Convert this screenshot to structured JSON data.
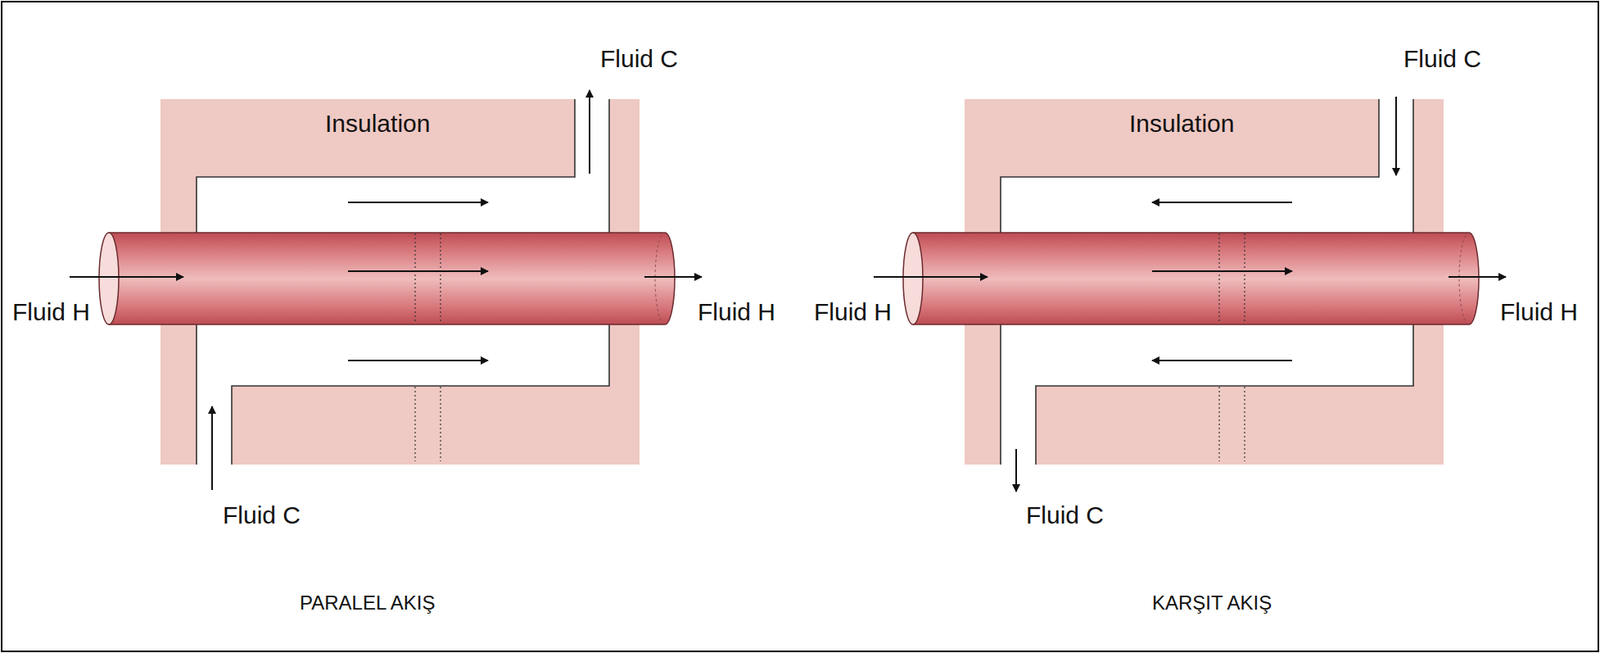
{
  "diagram": {
    "nodes": [
      {
        "text": [
          "Insulation"
        ]
      },
      {
        "text": [
          "Insulation"
        ]
      }
    ],
    "labels": [
      "Fluid C",
      "Fluid H",
      "Fluid H",
      "Fluid C",
      "PARALEL AKIŞ",
      "Fluid C",
      "Fluid H",
      "Fluid H",
      "Fluid C",
      "KARŞIT AKIŞ"
    ]
  }
}
